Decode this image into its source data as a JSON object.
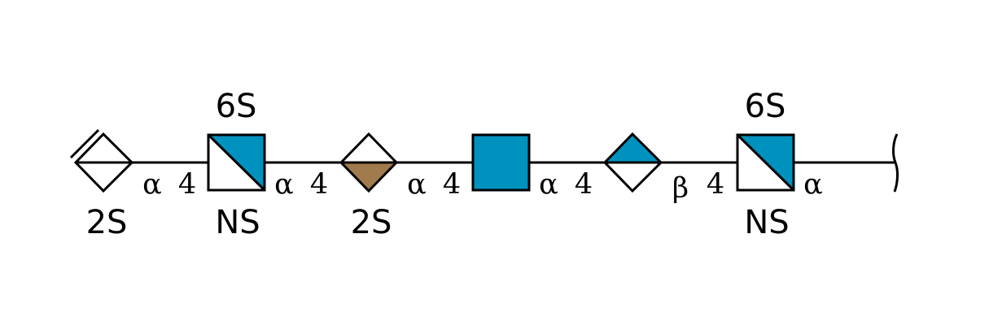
{
  "colors": {
    "blue": "#0092BF",
    "brown": "#A17A4D",
    "white": "#FFFFFF",
    "line": "#000000"
  },
  "residues": [
    {
      "id": "r1",
      "shape": "diamond",
      "fill": "white-unsaturated",
      "top_label": "",
      "bottom_label": "2S"
    },
    {
      "id": "r2",
      "shape": "square-diagonal",
      "fill": "blue-top-right",
      "top_label": "6S",
      "bottom_label": "NS"
    },
    {
      "id": "r3",
      "shape": "diamond",
      "fill": "brown-bottom",
      "top_label": "",
      "bottom_label": "2S"
    },
    {
      "id": "r4",
      "shape": "square",
      "fill": "blue",
      "top_label": "",
      "bottom_label": ""
    },
    {
      "id": "r5",
      "shape": "diamond",
      "fill": "blue-top",
      "top_label": "",
      "bottom_label": ""
    },
    {
      "id": "r6",
      "shape": "square-diagonal",
      "fill": "blue-top-right",
      "top_label": "6S",
      "bottom_label": "NS"
    }
  ],
  "linkages": [
    {
      "anomer": "α",
      "position": "4"
    },
    {
      "anomer": "α",
      "position": "4"
    },
    {
      "anomer": "α",
      "position": "4"
    },
    {
      "anomer": "α",
      "position": "4"
    },
    {
      "anomer": "β",
      "position": "4"
    },
    {
      "anomer": "α",
      "position": ""
    }
  ]
}
